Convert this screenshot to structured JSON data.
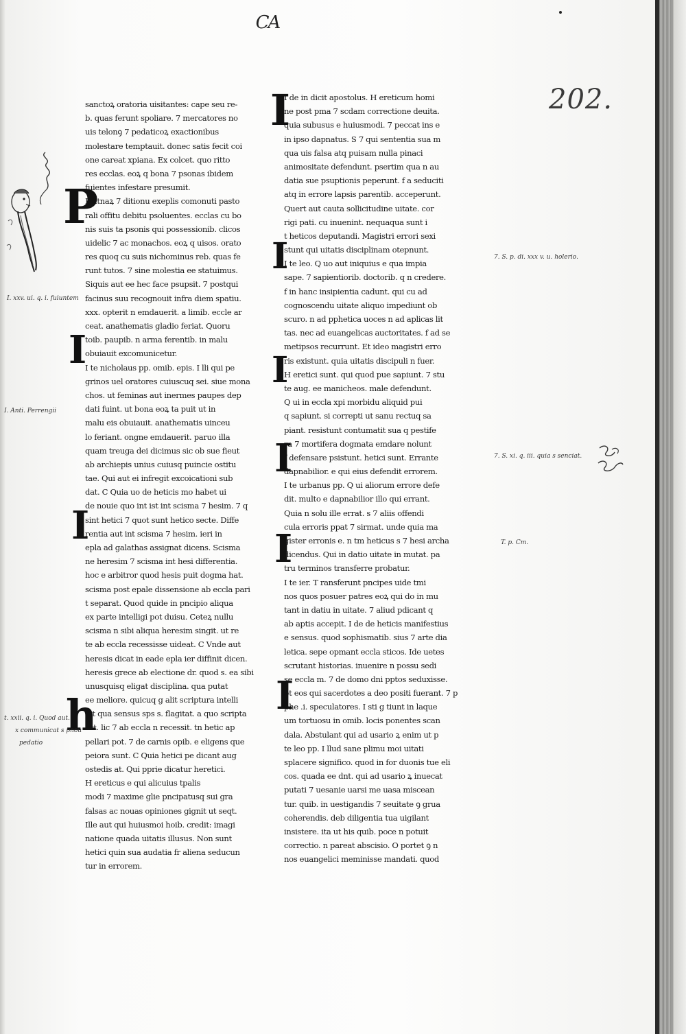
{
  "header_mark": "CA",
  "folio_number": "202.",
  "left_column": [
    "sanctoꝝ oratoria uisitantes: cape seu re-",
    "b. quas ferunt spoliare. 7 mercatores no",
    "uis telonꝯ 7 pedaticoꝝ exactionibus",
    "molestare temptauit. donec satis fecit coi",
    "one careat xpiana. Ex colcet. quo ritto",
    "res ecclas. eoꝝ q bona 7 psonas ibidem",
    "fuientes infestare presumit.",
    "P atnaꝝ 7 ditionu exeplis comonuti pasto",
    "rali offitu debitu psoluentes. ecclas cu bo",
    "nis suis ta psonis qui possessionib. clicos",
    "uidelic 7 ac monachos. eoꝝ q uisos. orato",
    "res quoq cu suis nichominus reb. quas fe",
    "runt tutos. 7 sine molestia ee statuimus.",
    "Siquis aut ee hec face psupsit. 7 postqui",
    "facinus suu recognouit infra diem spatiu.",
    "xxx. opterit n emdauerit. a limib. eccle ar",
    "ceat. anathematis gladio feriat. Quoru",
    "toib. paupib. n arma ferentib. in malu",
    "obuiauit excomunicetur.",
    "I te nicholaus pp. omib. epis. I lli qui pe",
    "grinos uel oratores cuiuscuq sei. siue mona",
    "chos. ut feminas aut inermes paupes dep",
    "dati fuint. ut bona eoꝝ ta puit ut in",
    "malu eis obuiauit. anathematis uinceu",
    "lo feriant. ongne emdauerit. paruo illa",
    "quam treuga dei dicimus sic ob sue fieut",
    "ab archiepis unius cuiusq puincie ostitu",
    "tae. Qui aut ei infregit excoicationi sub",
    "dat. C Quia uo de heticis mo habet ui",
    "de nouie quo int ist int scisma 7 hesim. 7 q",
    "sint hetici 7 quot sunt hetico secte. Diffe",
    "rentia aut int scisma 7 hesim. ieri in",
    "epla ad galathas assignat dicens. Scisma",
    "ne heresim 7 scisma int hesi differentia.",
    "hoc e arbitror quod hesis puit dogma hat.",
    "scisma post epale dissensione ab eccla pari",
    "t separat. Quod quide in pncipio aliqua",
    "ex parte intelligi pot duisu. Ceteꝝ nullu",
    "scisma n sibi aliqua heresim singit. ut re",
    "te ab eccla recessisse uideat. C Vnde aut",
    "heresis dicat in eade epla ier diffinit dicen.",
    "heresis grece ab electione dr. quod s. ea sibi",
    "unusquisq eligat disciplina. qua putat",
    "ee meliore. quicuq g alit scriptura intelli",
    "git qua sensus sps s. flagitat. a quo scripta",
    "est. lic 7 ab eccla n recessit. tn hetic ap",
    "pellari pot. 7 de carnis opib. e eligens que",
    "peiora sunt. C Quia hetici pe dicant aug",
    "ostedis at. Qui pprie dicatur heretici.",
    "H ereticus e qui alicuius tpalis",
    "modi 7 maxime glie pncipatusq sui gra",
    "falsas ac nouas opiniones gignit ut seqt.",
    "Ille aut qui huiusmoi hoib. credit: imagi",
    "natione quada uitatis illusus. Non sunt",
    "hetici quin sua audatia fr aliena seducun",
    "tur in errorem."
  ],
  "right_column": [
    "I de in dicit apostolus. H ereticum homi",
    "ne post pma 7 scdam correctione deuita.",
    "quia subusus e huiusmodi. 7 peccat ins e",
    "in ipso dapnatus. S 7 qui sententia sua m",
    "qua uis falsa atq puisam nulla pinaci",
    "animositate defendunt. psertim qua n au",
    "datia sue psuptionis peperunt. f a seduciti",
    "atq in errore lapsis parentib. acceperunt.",
    "Quert aut cauta sollicitudine uitate. cor",
    "rigi pati. cu inuenint. nequaqua sunt i",
    "t heticos deputandi. Magistri errori sexi",
    "stunt qui uitatis disciplinam otepnunt.",
    "I te leo. Q uo aut iniquius e qua impia",
    "sape. 7 sapientiorib. doctorib. q n credere.",
    "f in hanc insipientia cadunt. qui cu ad",
    "cognoscendu uitate aliquo impediunt ob",
    "scuro. n ad pphetica uoces n ad aplicas lit",
    "tas. nec ad euangelicas auctoritates. f ad se",
    "metipsos recurrunt. Et ideo magistri erro",
    "ris existunt. quia uitatis discipuli n fuer.",
    "H eretici sunt. qui quod pue sapiunt. 7 stu",
    "te aug. ee manicheos. male defendunt.",
    "Q ui in eccla xpi morbidu aliquid pui",
    "q sapiunt. si correpti ut sanu rectuq sa",
    "piant. resistunt contumatit sua q pestife",
    "ra 7 mortifera dogmata emdare nolunt",
    "f defensare psistunt. hetici sunt. Errante",
    "dapnabilior. e qui eius defendit errorem.",
    "I te urbanus pp. Q ui aliorum errore defe",
    "dit. multo e dapnabilior illo qui errant.",
    "Quia n solu ille errat. s 7 aliis offendi",
    "cula erroris ppat 7 sirmat. unde quia ma",
    "gister erronis e. n tm heticus s 7 hesi archa",
    "dicendus. Qui in datio uitate in mutat. pa",
    "tru terminos transferre probatur.",
    "I te ier. T ransferunt pncipes uide tmi",
    "nos quos posuer patres eoꝝ qui do in mu",
    "tant in datiu in uitate. 7 aliud pdicant q",
    "ab aptis accepit. I de de heticis manifestius",
    "e sensus. quod sophismatib. sius 7 arte dia",
    "letica. sepe opmant eccla sticos. Ide uetes",
    "scrutant historias. inuenire n possu sedi",
    "se eccla m. 7 de domo dni pptos seduxisse.",
    "pt eos qui sacerdotes a deo positi fuerant. 7 p",
    "phe .i. speculatores. I sti g tiunt in laque",
    "um tortuosu in omib. locis ponentes scan",
    "dala. Abstulant qui ad usario ꝝ enim ut p",
    "te leo pp. I llud sane plimu moi uitati",
    "splacere significo. quod in for duonis tue eli",
    "cos. quada ee dnt. qui ad usario ꝝ inuecat",
    "putati 7 uesanie uarsi me uasa miscean",
    "tur. quib. in uestigandis 7 seuitate ꝯ grua",
    "coherendis. deb diligentia tua uigilant",
    "insistere. ita ut his quib. poce n potuit",
    "correctio. n pareat abscisio. O portet ꝯ n",
    "nos euangelici meminisse mandati. quod"
  ],
  "left_initials": [
    "P",
    "I",
    "I",
    "h"
  ],
  "right_initials": [
    "I",
    "I",
    "I",
    "I",
    "I",
    "I"
  ],
  "margin_notes": {
    "left_top": "I. xxv. ui. q. i. fuiuntem",
    "left_treuga": "I. Anti. Perrengii",
    "left_bottom_1": "t. xxii. q. i. Quod aut.",
    "left_bottom_2": "x communicat s pnou",
    "left_bottom_3": "pedatio",
    "right_1": "7. S. p. di. xxx v. u. holerio.",
    "right_2": "7. S. xi. q. iii. quia s senciat.",
    "right_3": "T. p. Cm."
  }
}
